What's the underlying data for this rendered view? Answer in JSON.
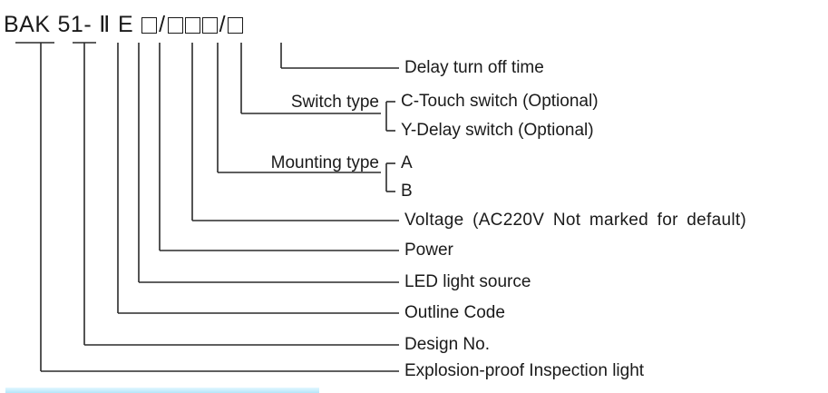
{
  "model_code": {
    "prefix": "BAK",
    "design_no": "51-",
    "outline": "Ⅱ",
    "light_source": "E",
    "slash": "/"
  },
  "fields": {
    "delay_time": "Delay turn off time",
    "switch_type_title": "Switch type",
    "switch_c": "C-Touch switch (Optional)",
    "switch_y": "Y-Delay switch (Optional)",
    "mounting_type_title": "Mounting type",
    "mounting_a": "A",
    "mounting_b": "B",
    "voltage": "Voltage (AC220V Not marked for default)",
    "power": "Power",
    "led": "LED light source",
    "outline": "Outline Code",
    "design": "Design No.",
    "product": "Explosion-proof Inspection light"
  }
}
